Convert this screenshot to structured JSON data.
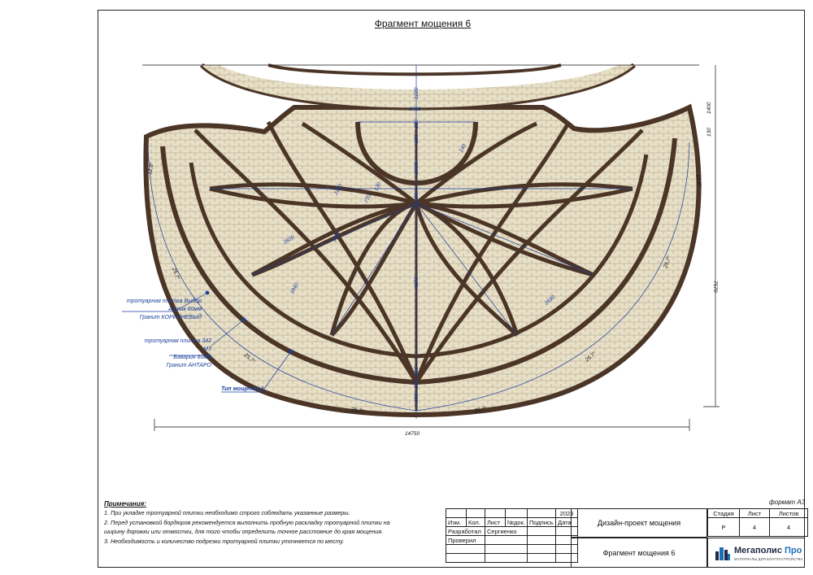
{
  "sheet": {
    "title": "Фрагмент мощения 6"
  },
  "legend": {
    "brown": {
      "l1": "тротуарная плитка Выбор",
      "l2": "Антик 60мм",
      "l3": "Гранит КОРИЧНЕВЫЙ"
    },
    "beige": {
      "l1": "тротуарная плитка 342 М3",
      "l2": "Бавария 60мм",
      "l3": "Гранит АНТАРО"
    },
    "type": "Тип мощения 1"
  },
  "dimensions": {
    "overall_width": "14750",
    "overall_height": "7570",
    "top_height": "1400",
    "top_small": "130",
    "inner_top": "1220",
    "inner_width": "3430",
    "center_a": "180",
    "center_b": "130",
    "d1600": "1600",
    "d180": "180",
    "d4270": "4270",
    "d1230": "1230",
    "d2820": "2820",
    "d1660": "1660",
    "d1840": "1840",
    "d2690": "2690",
    "d770": "770",
    "d130b": "130",
    "bottom_330": "330",
    "bottom_180": "180",
    "bottom_630": "630",
    "d140": "140",
    "angle": "25,7°",
    "angle_side": "12,8°"
  },
  "notes": {
    "header": "Примечания:",
    "n1": "1. При укладке тротуарной плитки необходимо строго соблюдать указанные размеры.",
    "n2a": "2. Перед установкой бордюров рекомендуется выполнить пробную раскладку тротуарной плитки на",
    "n2b": "ширину дорожки или отмостки, для того чтобы определить точное расстояние до края мощения.",
    "n3": "3. Необходимость и количество подрезки тротуарной плитки уточняется по месту."
  },
  "stamp": {
    "format": "формат А3",
    "year": "2023",
    "h_izm": "Изм.",
    "h_kol": "Кол.",
    "h_list": "Лист",
    "h_ndok": "№док.",
    "h_podpis": "Подпись",
    "h_data": "Дата",
    "razrabotal": "Разработал",
    "razrabotal_name": "Сергиенко",
    "proveril": "Проверил",
    "project": "Дизайн-проект мощения",
    "fragment": "Фрагмент мощения 6",
    "stadia_h": "Стадия",
    "list_h": "Лист",
    "listov_h": "Листов",
    "stadia": "Р",
    "list": "4",
    "listov": "4"
  },
  "logo": {
    "name": "Мегаполис",
    "name2": " Про",
    "tagline": "МАТЕРИАЛЫ ДЛЯ БЛАГОУСТРОЙСТВА"
  },
  "colors": {
    "brown_border": "#4b3527",
    "beige_fill": "#e6dcc3",
    "dimension_blue": "#1a3f9c"
  }
}
